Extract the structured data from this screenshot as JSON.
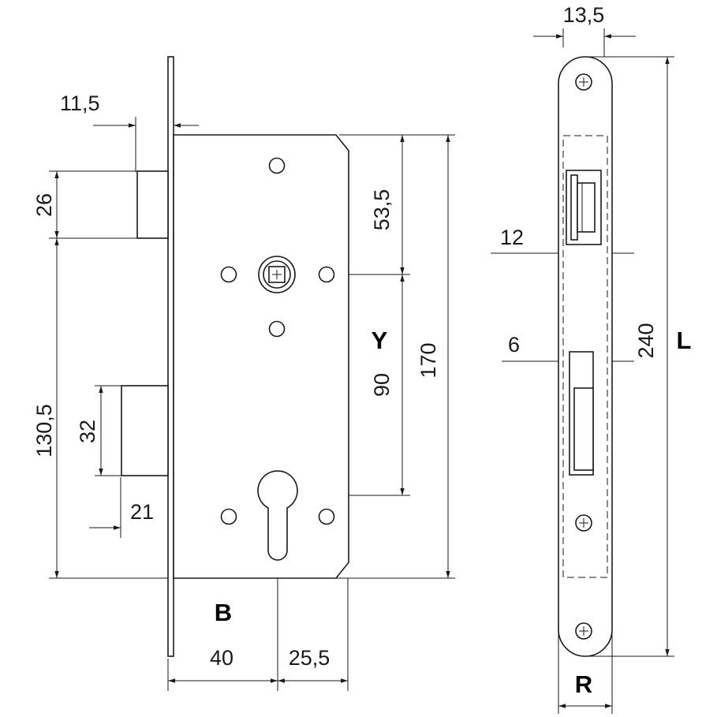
{
  "diagram": {
    "front_view": {
      "dimensions": {
        "forend_thickness": "11,5",
        "latch_height": "26",
        "backset_top": "53,5",
        "distance_y": "90",
        "case_height": "170",
        "latch_to_bottom": "130,5",
        "deadbolt_height": "32",
        "deadbolt_throw": "21",
        "backset_width": "40",
        "cylinder_offset": "25,5"
      },
      "labels": {
        "y": "Y",
        "b": "B"
      }
    },
    "side_view": {
      "dimensions": {
        "plate_width": "13,5",
        "latch_slot": "12",
        "bolt_slot": "6",
        "plate_length": "240"
      },
      "labels": {
        "l": "L",
        "r": "R"
      }
    }
  }
}
